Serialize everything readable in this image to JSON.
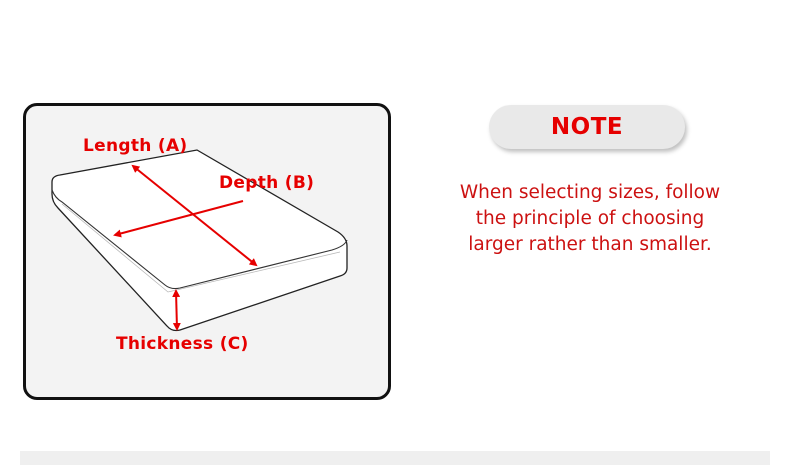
{
  "diagram": {
    "labels": {
      "length": "Length (A)",
      "depth": "Depth (B)",
      "thickness": "Thickness (C)"
    },
    "colors": {
      "accent": "#e60000",
      "outline": "#111111",
      "panel": "#f3f3f3"
    }
  },
  "note": {
    "title": "NOTE",
    "lines": [
      "When selecting sizes, follow",
      "the principle of choosing",
      "larger rather than smaller."
    ]
  }
}
